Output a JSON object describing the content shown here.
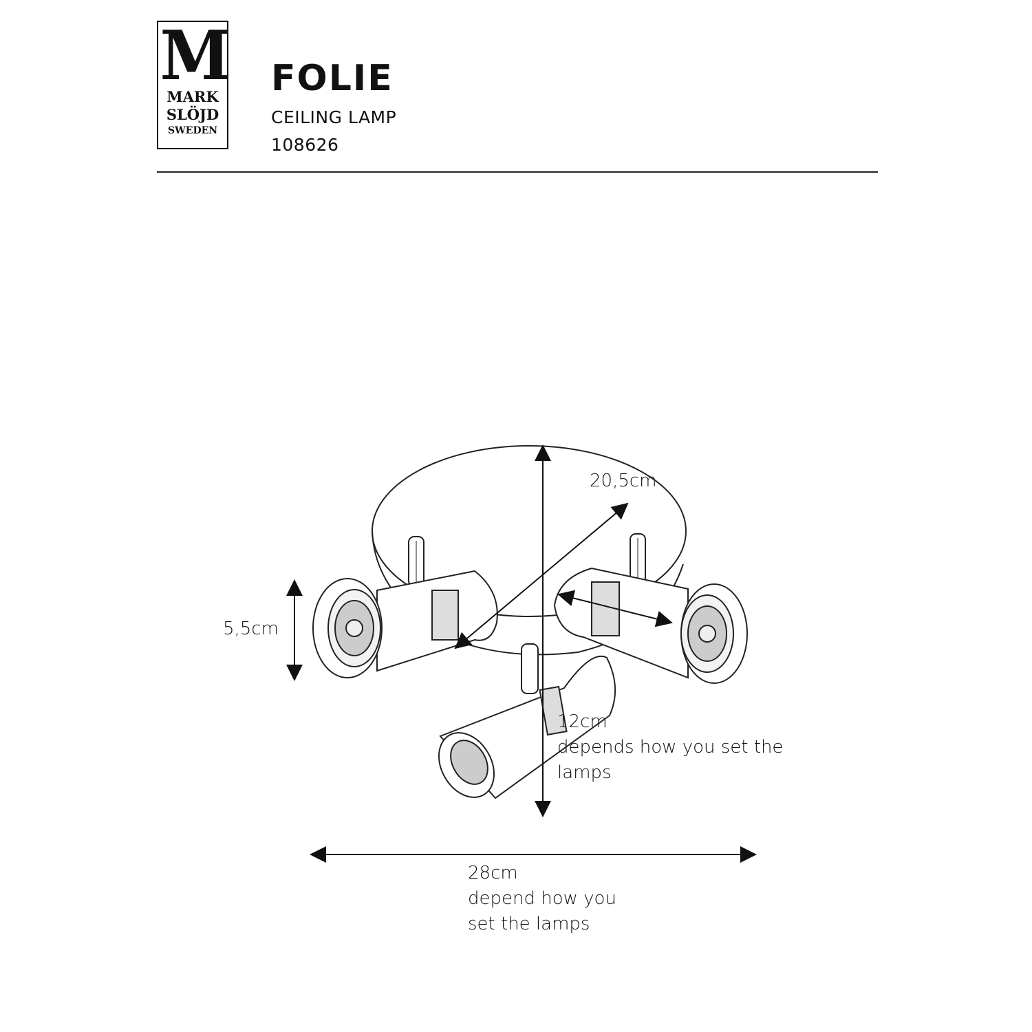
{
  "brand": {
    "logo_letter": "M",
    "logo_line1": "MARK",
    "logo_line2": "SLÖJD",
    "logo_line3": "SWEDEN"
  },
  "product": {
    "name": "FOLIE",
    "type": "CEILING LAMP",
    "article_number": "108626"
  },
  "dimensions": {
    "diameter": "20,5cm",
    "shade_height": "5,5cm",
    "total_height": "12cm",
    "total_height_note_1": "depends how you set the",
    "total_height_note_2": "lamps",
    "total_width": "28cm",
    "total_width_note_1": "depend how you",
    "total_width_note_2": "set the lamps"
  },
  "colors": {
    "ink": "#111111",
    "background": "#ffffff"
  }
}
